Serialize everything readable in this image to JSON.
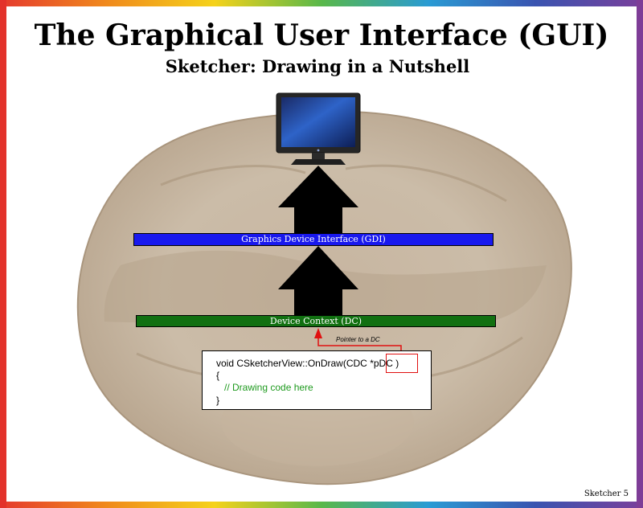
{
  "slide": {
    "title": "The Graphical User Interface (GUI)",
    "subtitle": "Sketcher: Drawing in a Nutshell",
    "page_number": "Sketcher 5"
  },
  "diagram": {
    "gdi_label": "Graphics Device Interface (GDI)",
    "dc_label": "Device Context (DC)",
    "pointer_label": "Pointer to a DC",
    "code": {
      "line1_prefix": "void CSketcherView::OnDraw(CDC",
      "line1_param": "*pDC",
      "line1_suffix": ")",
      "line2": "{",
      "line3": "// Drawing code here",
      "line4": "}"
    }
  },
  "colors": {
    "gdi_bar": "#1818ee",
    "dc_bar": "#117011",
    "pointer_arrow": "#e01010",
    "comment_text": "#1e9a1e"
  },
  "icons": [
    "walnut-background",
    "monitor-icon",
    "up-arrow-icon",
    "pointer-arrow-icon"
  ]
}
